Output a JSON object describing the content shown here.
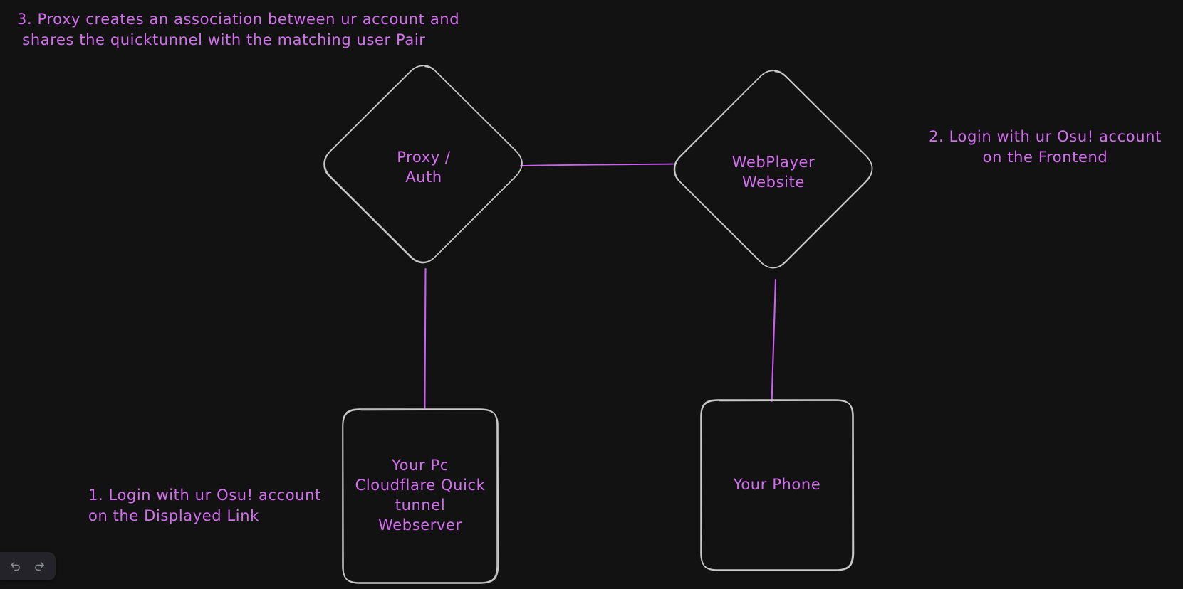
{
  "canvas": {
    "background_color": "#121212",
    "stroke_color": "#c9c9c9",
    "accent_color": "#d36ff0",
    "connector_color": "#cf5df5"
  },
  "nodes": [
    {
      "id": "proxy-auth",
      "shape": "diamond",
      "label": "Proxy /\nAuth"
    },
    {
      "id": "webplayer-website",
      "shape": "diamond",
      "label": "WebPlayer\nWebsite"
    },
    {
      "id": "your-pc",
      "shape": "rounded-rectangle",
      "label": "Your Pc\nCloudflare Quick\ntunnel\nWebserver"
    },
    {
      "id": "your-phone",
      "shape": "rounded-rectangle",
      "label": "Your Phone"
    }
  ],
  "annotations": [
    {
      "id": "step-3",
      "text": "3. Proxy creates an association between ur account and\n shares the quicktunnel with the matching user Pair"
    },
    {
      "id": "step-2",
      "text": "2. Login with ur Osu! account\non the Frontend"
    },
    {
      "id": "step-1",
      "text": "1. Login with ur Osu! account\non the Displayed Link"
    }
  ],
  "toolbar": {
    "undo_label": "Undo",
    "redo_label": "Redo",
    "undo_icon": "undo-arrow-icon",
    "redo_icon": "redo-arrow-icon"
  }
}
